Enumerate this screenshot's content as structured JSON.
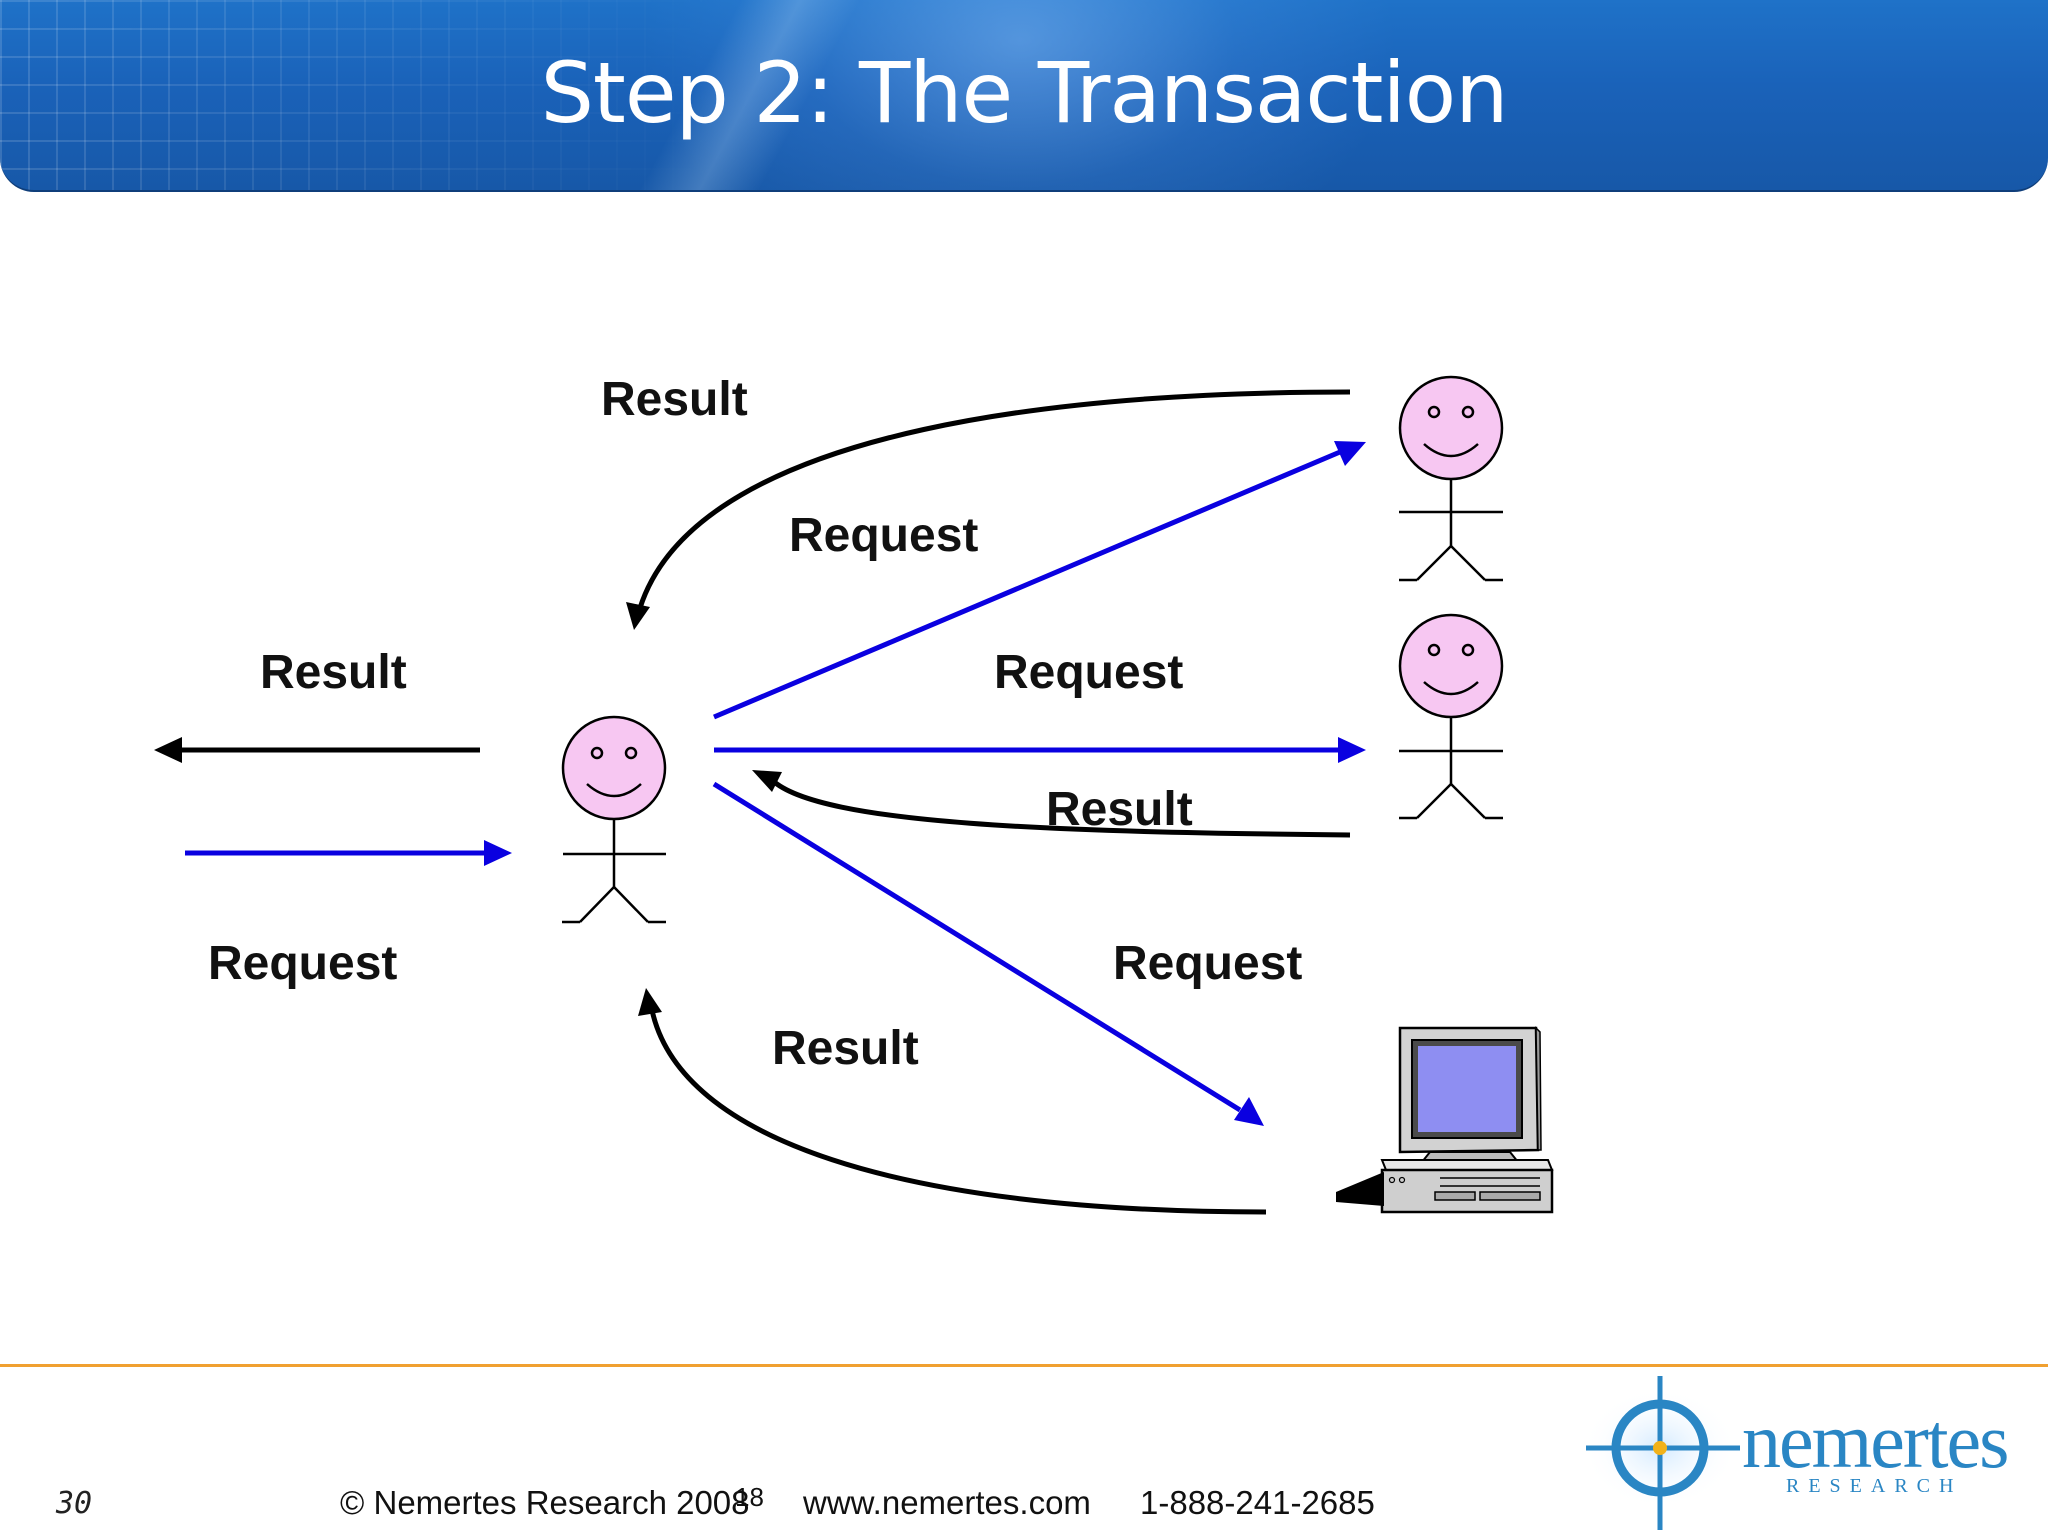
{
  "slide": {
    "title": "Step 2: The Transaction",
    "page_number": "30",
    "overlay_page_number": "18",
    "footer_copyright": "© Nemertes Research 2008",
    "footer_url": "www.nemertes.com",
    "footer_phone": "1-888-241-2685"
  },
  "logo": {
    "name": "nemertes",
    "tagline": "RESEARCH"
  },
  "diagram": {
    "labels": {
      "result_top": "Result",
      "request_upper": "Request",
      "result_left": "Result",
      "request_middle": "Request",
      "result_middle": "Result",
      "request_left": "Request",
      "request_lower": "Request",
      "result_bottom": "Result"
    },
    "colors": {
      "request": "#0a00e0",
      "result": "#000000",
      "face": "#f7c7f2"
    },
    "nodes": [
      "central-person",
      "top-right-person",
      "middle-right-person",
      "computer"
    ]
  }
}
